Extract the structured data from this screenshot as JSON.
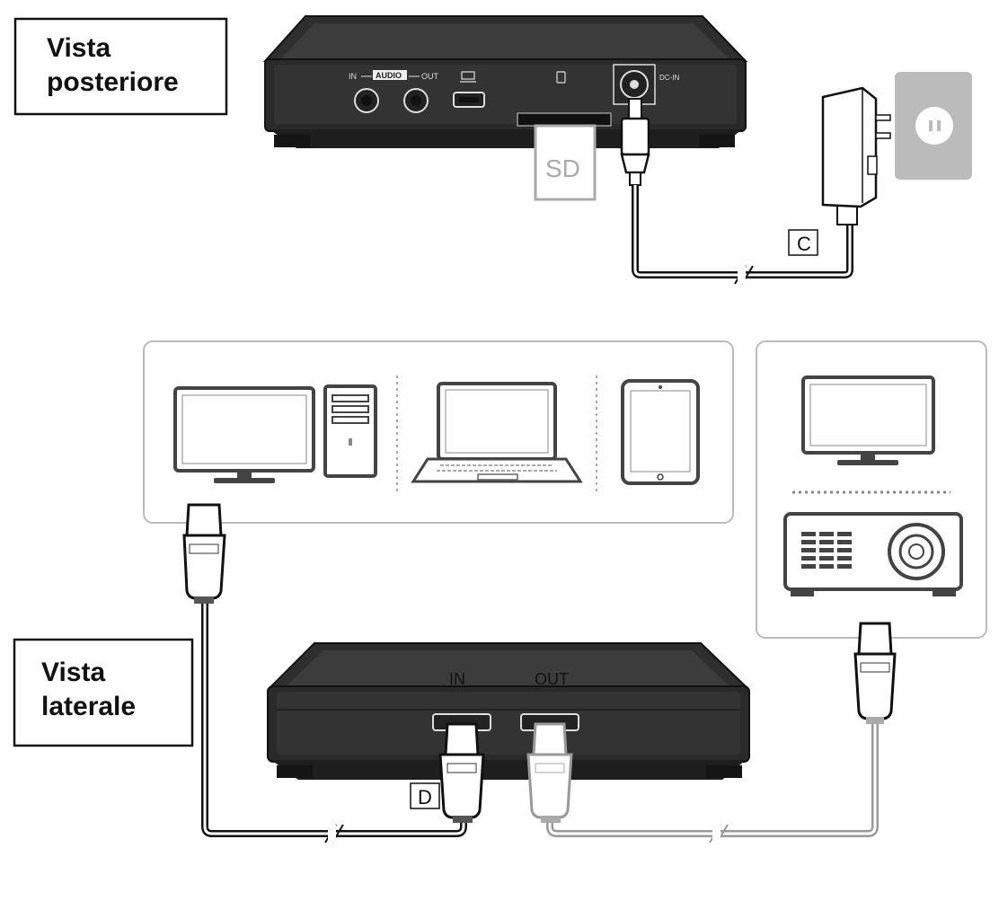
{
  "labels": {
    "rear_view_line1": "Vista",
    "rear_view_line2": "posteriore",
    "side_view_line1": "Vista",
    "side_view_line2": "laterale"
  },
  "rear_panel": {
    "audio_in": "IN",
    "audio_badge": "AUDIO",
    "audio_out": "OUT",
    "dc_in": "DC-IN",
    "sd_card": "SD"
  },
  "side_panel": {
    "hdmi_in": "IN",
    "hdmi_out": "OUT"
  },
  "cable_markers": {
    "power_cable": "C",
    "hdmi_cable": "D"
  }
}
